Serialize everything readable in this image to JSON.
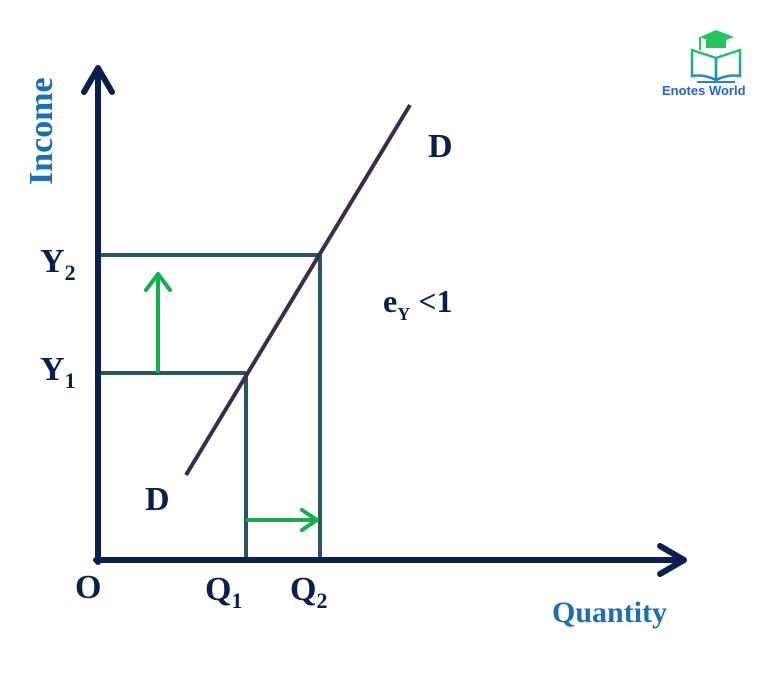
{
  "diagram": {
    "y_axis_label": "Income",
    "x_axis_label": "Quantity",
    "origin_label": "O",
    "q1": {
      "main": "Q",
      "sub": "1"
    },
    "q2": {
      "main": "Q",
      "sub": "2"
    },
    "y1": {
      "main": "Y",
      "sub": "1"
    },
    "y2": {
      "main": "Y",
      "sub": "2"
    },
    "curve_label_top": "D",
    "curve_label_bottom": "D",
    "elasticity": {
      "main": "e",
      "sub": "Y",
      "rest": " <1"
    }
  },
  "logo": {
    "text": "Enotes World",
    "icon": "book-graduation-cap-icon"
  },
  "colors": {
    "axis": "#0b1f4f",
    "guides": "#2b5660",
    "curve": "#3a2c4c",
    "arrows": "#12b04c",
    "axis_titles": "#1a6fb5"
  }
}
